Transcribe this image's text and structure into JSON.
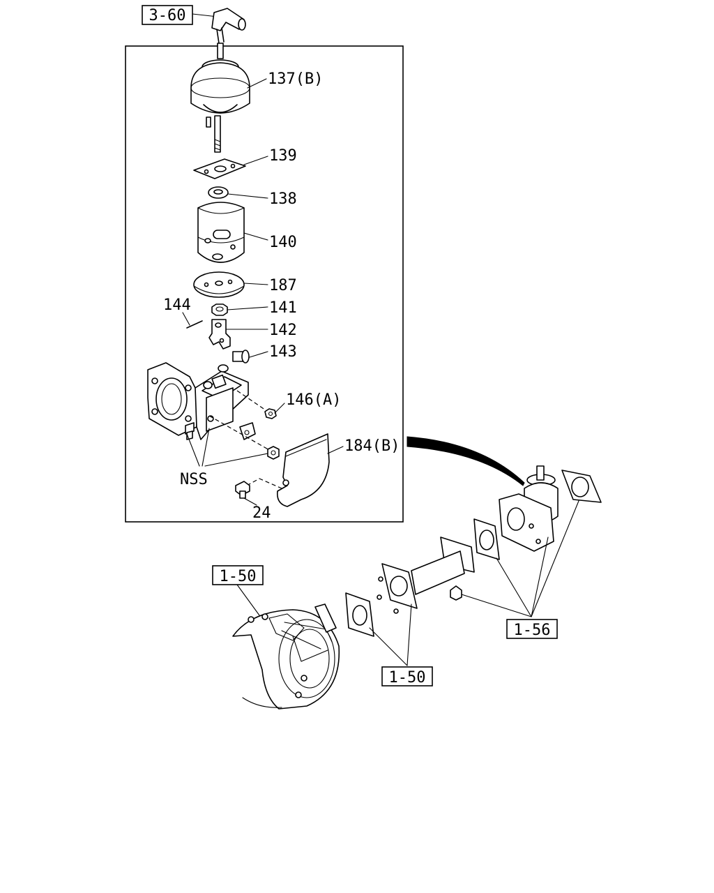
{
  "refs": {
    "ref_3_60": "3-60",
    "ref_1_50_top": "1-50",
    "ref_1_50_bottom": "1-50",
    "ref_1_56": "1-56"
  },
  "callouts": {
    "p137": "137(B)",
    "p139": "139",
    "p138": "138",
    "p140": "140",
    "p187": "187",
    "p141": "141",
    "p144": "144",
    "p142": "142",
    "p143": "143",
    "p146": "146(A)",
    "p184": "184(B)",
    "nss": "NSS",
    "p24": "24"
  }
}
